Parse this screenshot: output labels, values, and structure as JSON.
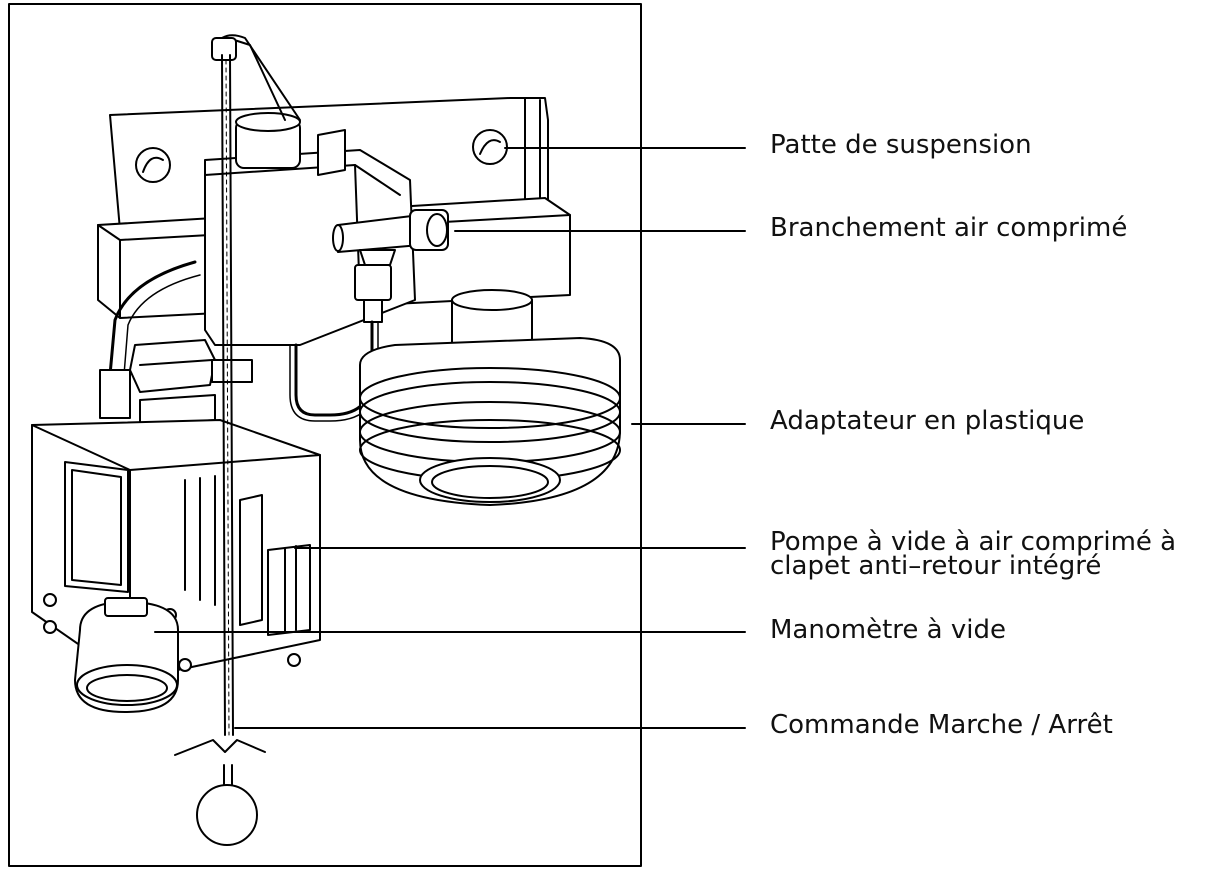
{
  "labels": {
    "suspension": "Patte de suspension",
    "air_connection": "Branchement air comprimé",
    "plastic_adapter": "Adaptateur en plastique",
    "pump_line1": "Pompe à vide à air comprimé à",
    "pump_line2": "clapet anti–retour intégré",
    "gauge": "Manomètre à vide",
    "on_off": "Commande Marche / Arrêt"
  },
  "colors": {
    "stroke": "#000000",
    "fill": "#ffffff",
    "shade": "#e8e8e8"
  }
}
